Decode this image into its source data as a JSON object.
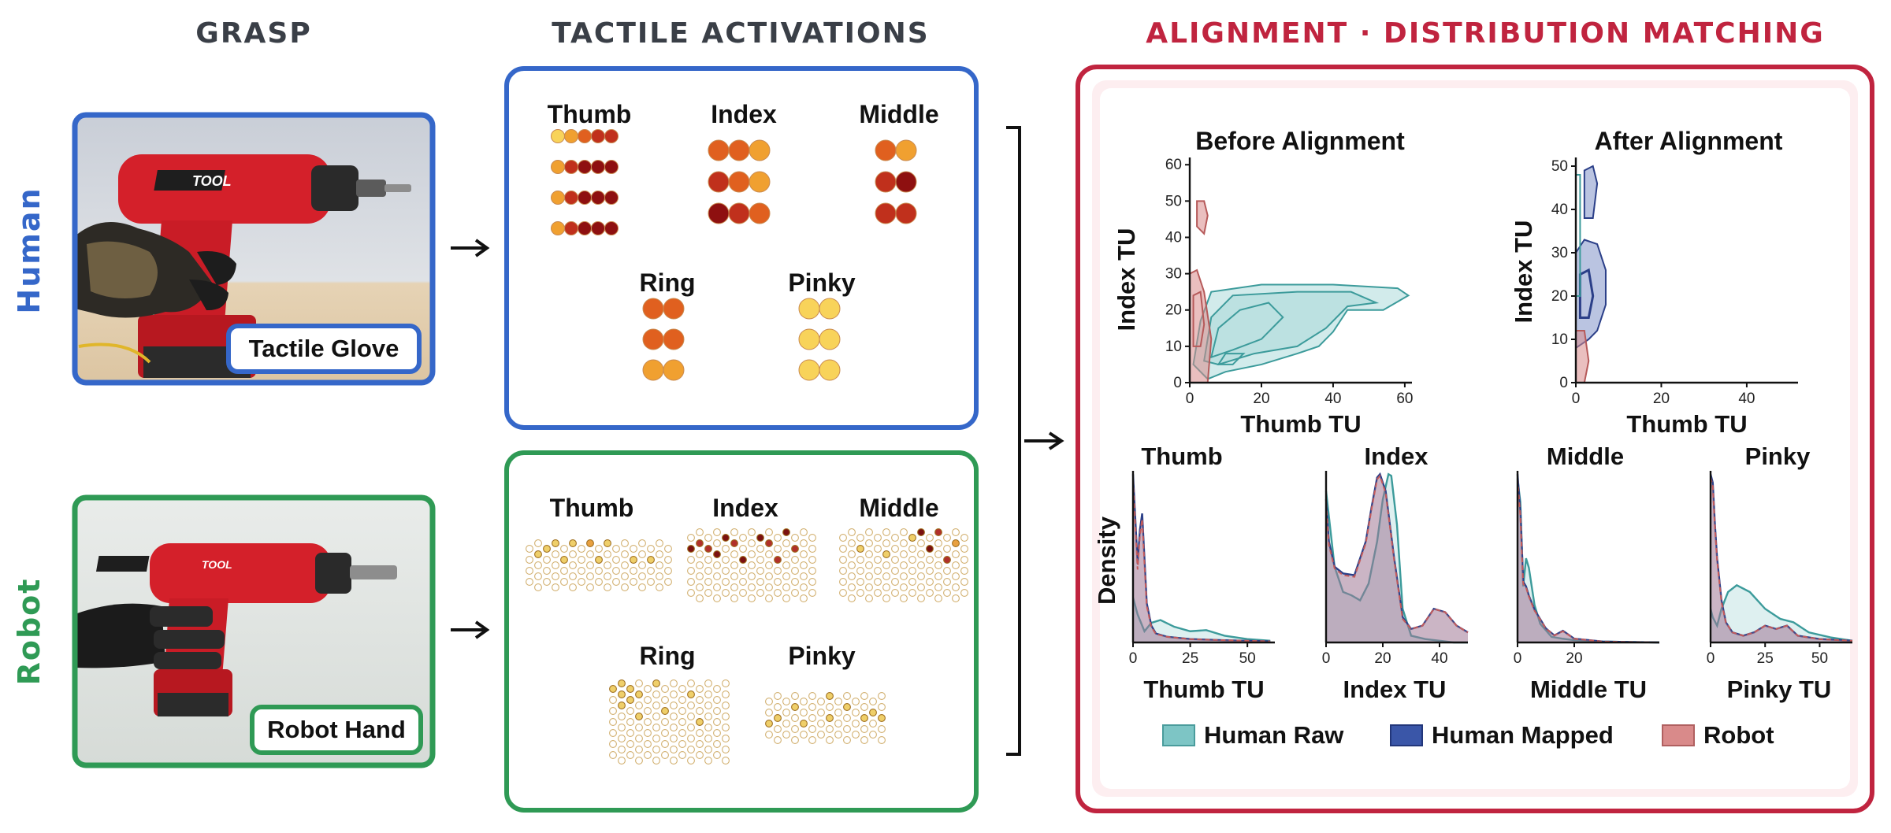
{
  "headers": {
    "grasp": "GRASP",
    "tactile": "TACTILE ACTIVATIONS",
    "alignment": "ALIGNMENT · DISTRIBUTION MATCHING"
  },
  "rows": {
    "human": "Human",
    "robot": "Robot"
  },
  "photo_tags": {
    "human": "Tactile Glove",
    "robot": "Robot Hand"
  },
  "drill_text": "TOOL",
  "fingers": {
    "thumb": "Thumb",
    "index": "Index",
    "middle": "Middle",
    "ring": "Ring",
    "pinky": "Pinky"
  },
  "colors": {
    "human": "#3567c9",
    "robot": "#2f9a55",
    "alignment": "#c0243f",
    "human_raw": "#7dc5c5",
    "human_mapped": "#3a56a8",
    "robot_series": "#d98a8a"
  },
  "chart_data": [
    {
      "type": "contour",
      "title": "Before Alignment",
      "xlabel": "Thumb TU",
      "ylabel": "Index TU",
      "xlim": [
        0,
        62
      ],
      "ylim": [
        0,
        62
      ],
      "xticks": [
        0,
        20,
        40,
        60
      ],
      "yticks": [
        0,
        10,
        20,
        30,
        40,
        50,
        60
      ]
    },
    {
      "type": "contour",
      "title": "After Alignment",
      "xlabel": "Thumb TU",
      "ylabel": "Index TU",
      "xlim": [
        0,
        52
      ],
      "ylim": [
        0,
        52
      ],
      "xticks": [
        0,
        20,
        40
      ],
      "yticks": [
        0,
        10,
        20,
        30,
        40,
        50
      ]
    },
    {
      "type": "area",
      "title": "Thumb",
      "xlabel": "Thumb TU",
      "ylabel": "Density",
      "xlim": [
        0,
        62
      ],
      "xticks": [
        0,
        25,
        50
      ],
      "series": [
        {
          "name": "Human Raw",
          "x": [
            0,
            2,
            5,
            8,
            12,
            18,
            25,
            32,
            40,
            50,
            60
          ],
          "y": [
            0.08,
            0.05,
            0.02,
            0.035,
            0.04,
            0.028,
            0.02,
            0.022,
            0.012,
            0.006,
            0.003
          ]
        },
        {
          "name": "Human Mapped",
          "x": [
            0,
            1,
            2,
            3,
            4,
            5,
            6,
            8,
            10,
            15,
            25,
            40,
            60
          ],
          "y": [
            0.3,
            0.22,
            0.14,
            0.2,
            0.23,
            0.15,
            0.07,
            0.03,
            0.016,
            0.01,
            0.006,
            0.004,
            0.002
          ]
        },
        {
          "name": "Robot",
          "x": [
            0,
            1,
            2,
            3,
            4,
            5,
            6,
            8,
            10,
            15,
            25,
            40,
            60
          ],
          "y": [
            0.29,
            0.21,
            0.13,
            0.19,
            0.22,
            0.14,
            0.065,
            0.028,
            0.015,
            0.01,
            0.006,
            0.004,
            0.002
          ]
        }
      ]
    },
    {
      "type": "area",
      "title": "Index",
      "xlabel": "Index TU",
      "ylabel": "",
      "xlim": [
        0,
        50
      ],
      "xticks": [
        0,
        20,
        40
      ],
      "series": [
        {
          "name": "Human Raw",
          "x": [
            0,
            1,
            3,
            6,
            9,
            12,
            15,
            18,
            20,
            22,
            23,
            25,
            27,
            30,
            35,
            40,
            45,
            50
          ],
          "y": [
            0.09,
            0.075,
            0.045,
            0.03,
            0.028,
            0.025,
            0.035,
            0.06,
            0.085,
            0.1,
            0.099,
            0.07,
            0.02,
            0.004,
            0.002,
            0.001,
            0.0,
            0.0
          ]
        },
        {
          "name": "Human Mapped",
          "x": [
            0,
            1,
            3,
            6,
            10,
            14,
            16,
            18,
            19,
            21,
            24,
            27,
            30,
            34,
            38,
            42,
            46,
            50
          ],
          "y": [
            0.085,
            0.06,
            0.045,
            0.041,
            0.04,
            0.06,
            0.08,
            0.098,
            0.1,
            0.09,
            0.05,
            0.015,
            0.008,
            0.01,
            0.02,
            0.018,
            0.01,
            0.006
          ]
        },
        {
          "name": "Robot",
          "x": [
            0,
            1,
            3,
            6,
            10,
            14,
            16,
            18,
            19,
            21,
            24,
            27,
            30,
            34,
            38,
            42,
            46,
            50
          ],
          "y": [
            0.083,
            0.058,
            0.044,
            0.04,
            0.039,
            0.059,
            0.079,
            0.097,
            0.099,
            0.089,
            0.049,
            0.014,
            0.008,
            0.01,
            0.02,
            0.018,
            0.01,
            0.006
          ]
        }
      ]
    },
    {
      "type": "area",
      "title": "Middle",
      "xlabel": "Middle TU",
      "ylabel": "",
      "xlim": [
        0,
        50
      ],
      "xticks": [
        0,
        20
      ],
      "series": [
        {
          "name": "Human Raw",
          "x": [
            0,
            1,
            2,
            3,
            4,
            6,
            8,
            12,
            16,
            20,
            30,
            40,
            50
          ],
          "y": [
            0.35,
            0.3,
            0.12,
            0.18,
            0.16,
            0.08,
            0.04,
            0.012,
            0.008,
            0.005,
            0.002,
            0.001,
            0.0
          ]
        },
        {
          "name": "Human Mapped",
          "x": [
            0,
            1,
            2,
            3,
            4,
            6,
            8,
            10,
            13,
            16,
            20,
            30,
            40,
            50
          ],
          "y": [
            0.36,
            0.28,
            0.13,
            0.12,
            0.1,
            0.07,
            0.05,
            0.03,
            0.015,
            0.025,
            0.008,
            0.002,
            0.001,
            0.0
          ]
        },
        {
          "name": "Robot",
          "x": [
            0,
            1,
            2,
            3,
            4,
            6,
            8,
            10,
            13,
            16,
            20,
            30,
            40,
            50
          ],
          "y": [
            0.35,
            0.27,
            0.125,
            0.118,
            0.098,
            0.068,
            0.049,
            0.03,
            0.015,
            0.024,
            0.008,
            0.002,
            0.001,
            0.0
          ]
        }
      ]
    },
    {
      "type": "area",
      "title": "Pinky",
      "xlabel": "Pinky TU",
      "ylabel": "",
      "xlim": [
        0,
        65
      ],
      "xticks": [
        0,
        25,
        50
      ],
      "series": [
        {
          "name": "Human Raw",
          "x": [
            0,
            1,
            3,
            5,
            8,
            12,
            18,
            25,
            32,
            38,
            45,
            55,
            65
          ],
          "y": [
            0.02,
            0.015,
            0.01,
            0.02,
            0.03,
            0.034,
            0.03,
            0.02,
            0.014,
            0.012,
            0.006,
            0.003,
            0.001
          ]
        },
        {
          "name": "Human Mapped",
          "x": [
            0,
            1,
            2,
            3,
            5,
            7,
            10,
            15,
            20,
            25,
            30,
            35,
            40,
            50,
            65
          ],
          "y": [
            0.1,
            0.095,
            0.07,
            0.05,
            0.025,
            0.012,
            0.006,
            0.004,
            0.006,
            0.01,
            0.008,
            0.01,
            0.004,
            0.002,
            0.001
          ]
        },
        {
          "name": "Robot",
          "x": [
            0,
            1,
            2,
            3,
            5,
            7,
            10,
            15,
            20,
            25,
            30,
            35,
            40,
            50,
            65
          ],
          "y": [
            0.098,
            0.093,
            0.069,
            0.049,
            0.024,
            0.012,
            0.006,
            0.004,
            0.006,
            0.01,
            0.008,
            0.01,
            0.004,
            0.002,
            0.001
          ]
        }
      ]
    }
  ],
  "legend": [
    "Human Raw",
    "Human Mapped",
    "Robot"
  ]
}
